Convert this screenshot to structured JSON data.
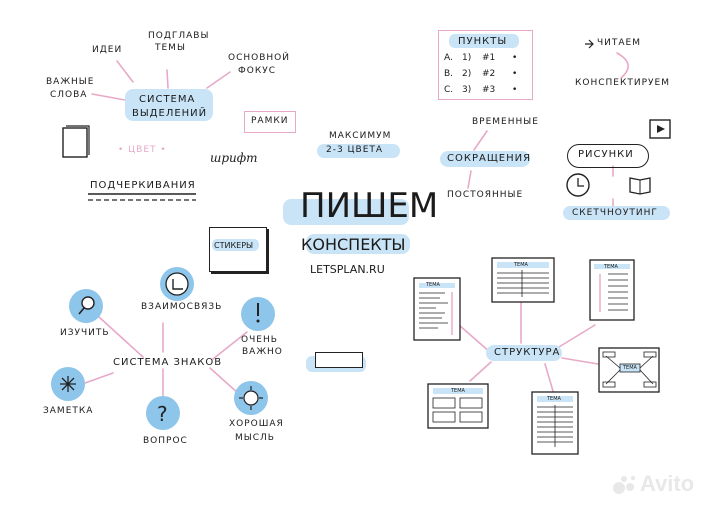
{
  "center": {
    "title_line1": "ПИШЕМ",
    "title_line2": "КОНСПЕКТЫ",
    "site": "LETSPLAN.RU"
  },
  "highlight_system": {
    "label_line1": "СИСТЕМА",
    "label_line2": "ВЫДЕЛЕНИЙ",
    "ideas": "ИДЕИ",
    "chapters_line1": "ПОДГЛАВЫ",
    "chapters_line2": "ТЕМЫ",
    "focus_line1": "ОСНОВНОЙ",
    "focus_line2": "ФОКУС",
    "keywords_line1": "ВАЖНЫЕ",
    "keywords_line2": "СЛОВА",
    "frames": "РАМКИ",
    "color": "ЦВЕТ",
    "font": "шрифт",
    "underline": "ПОДЧЕРКИВАНИЯ",
    "max_line1": "МАКСИМУМ",
    "max_line2": "2-3 ЦВЕТА"
  },
  "points": {
    "title": "ПУНКТЫ",
    "rows": [
      {
        "letter": "A.",
        "num": "1)",
        "hash": "#1"
      },
      {
        "letter": "B.",
        "num": "2)",
        "hash": "#2"
      },
      {
        "letter": "C.",
        "num": "3)",
        "hash": "#3"
      }
    ]
  },
  "reading": {
    "read": "ЧИТАЕМ",
    "summarize": "КОНСПЕКТИРУЕМ"
  },
  "abbrev": {
    "label": "СОКРАЩЕНИЯ",
    "temporary": "ВРЕМЕННЫЕ",
    "permanent": "ПОСТОЯННЫЕ"
  },
  "drawings": {
    "label": "РИСУНКИ",
    "sketch": "СКЕТЧНОУТИНГ"
  },
  "stickers": {
    "label": "СТИКЕРЫ"
  },
  "signs": {
    "label": "СИСТЕМА ЗНАКОВ",
    "relation": "ВЗАИМОСВЯЗЬ",
    "study": "ИЗУЧИТЬ",
    "important_line1": "ОЧЕНЬ",
    "important_line2": "ВАЖНО",
    "note": "ЗАМЕТКА",
    "question": "ВОПРОС",
    "good_line1": "ХОРОШАЯ",
    "good_line2": "МЫСЛЬ"
  },
  "structure": {
    "label": "СТРУКТУРА",
    "tema": "ТЕМА"
  },
  "watermark": "Avito",
  "colors": {
    "highlight": "#c9e4f7",
    "icon_blue": "#8ec5ea",
    "pink": "#e8a9c8",
    "ink": "#1b1b1b"
  }
}
